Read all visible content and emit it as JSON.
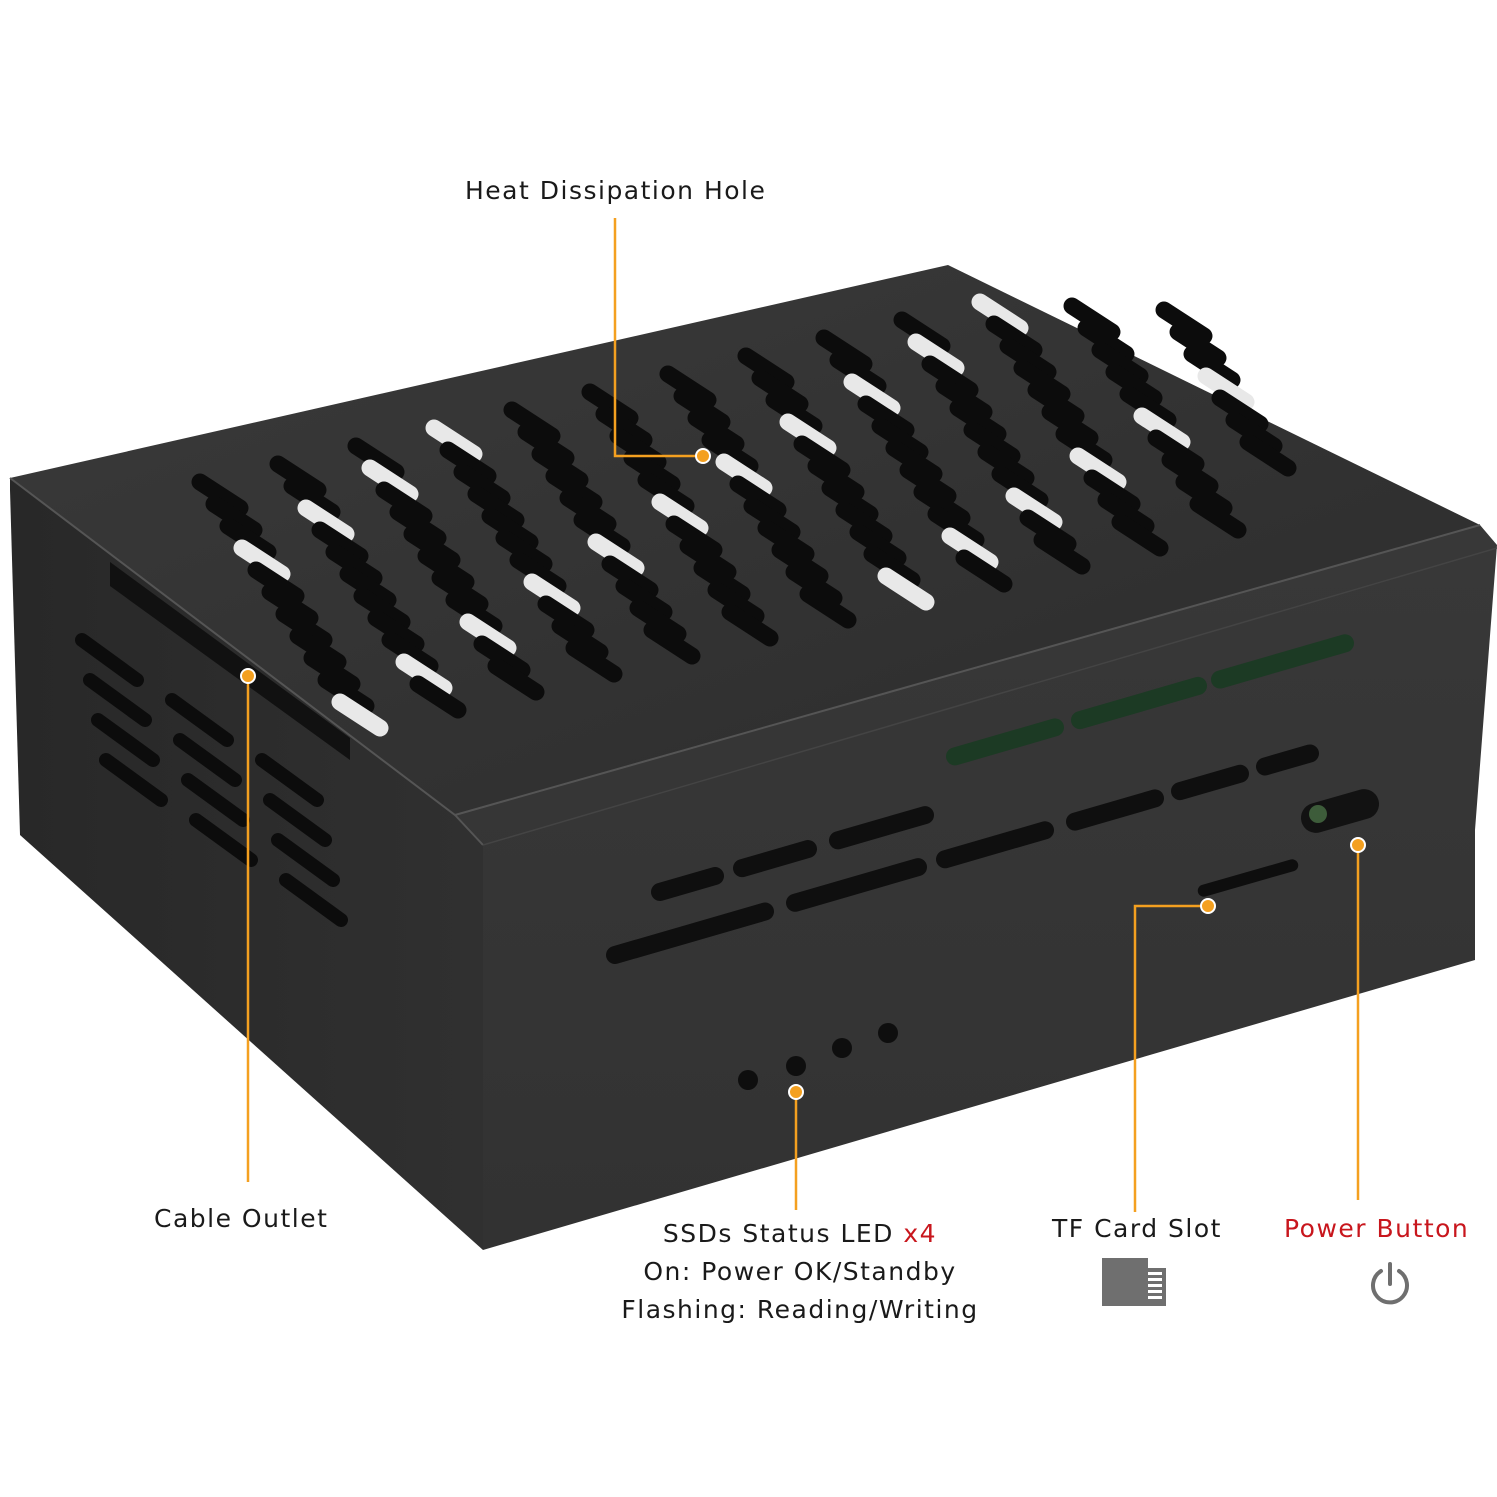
{
  "callouts": {
    "heat": {
      "label": "Heat Dissipation Hole"
    },
    "cable": {
      "label": "Cable Outlet"
    },
    "led": {
      "title": "SSDs Status LED ",
      "multiplier": "x4",
      "line2": "On: Power OK/Standby",
      "line3": "Flashing: Reading/Writing"
    },
    "tf": {
      "label": "TF Card Slot",
      "icon": "micro-sd-card-icon"
    },
    "power": {
      "label": "Power Button",
      "icon": "power-icon"
    }
  },
  "colors": {
    "callout_line": "#f4a020",
    "case_body": "#2e2e2e",
    "accent_red": "#c8161d"
  }
}
